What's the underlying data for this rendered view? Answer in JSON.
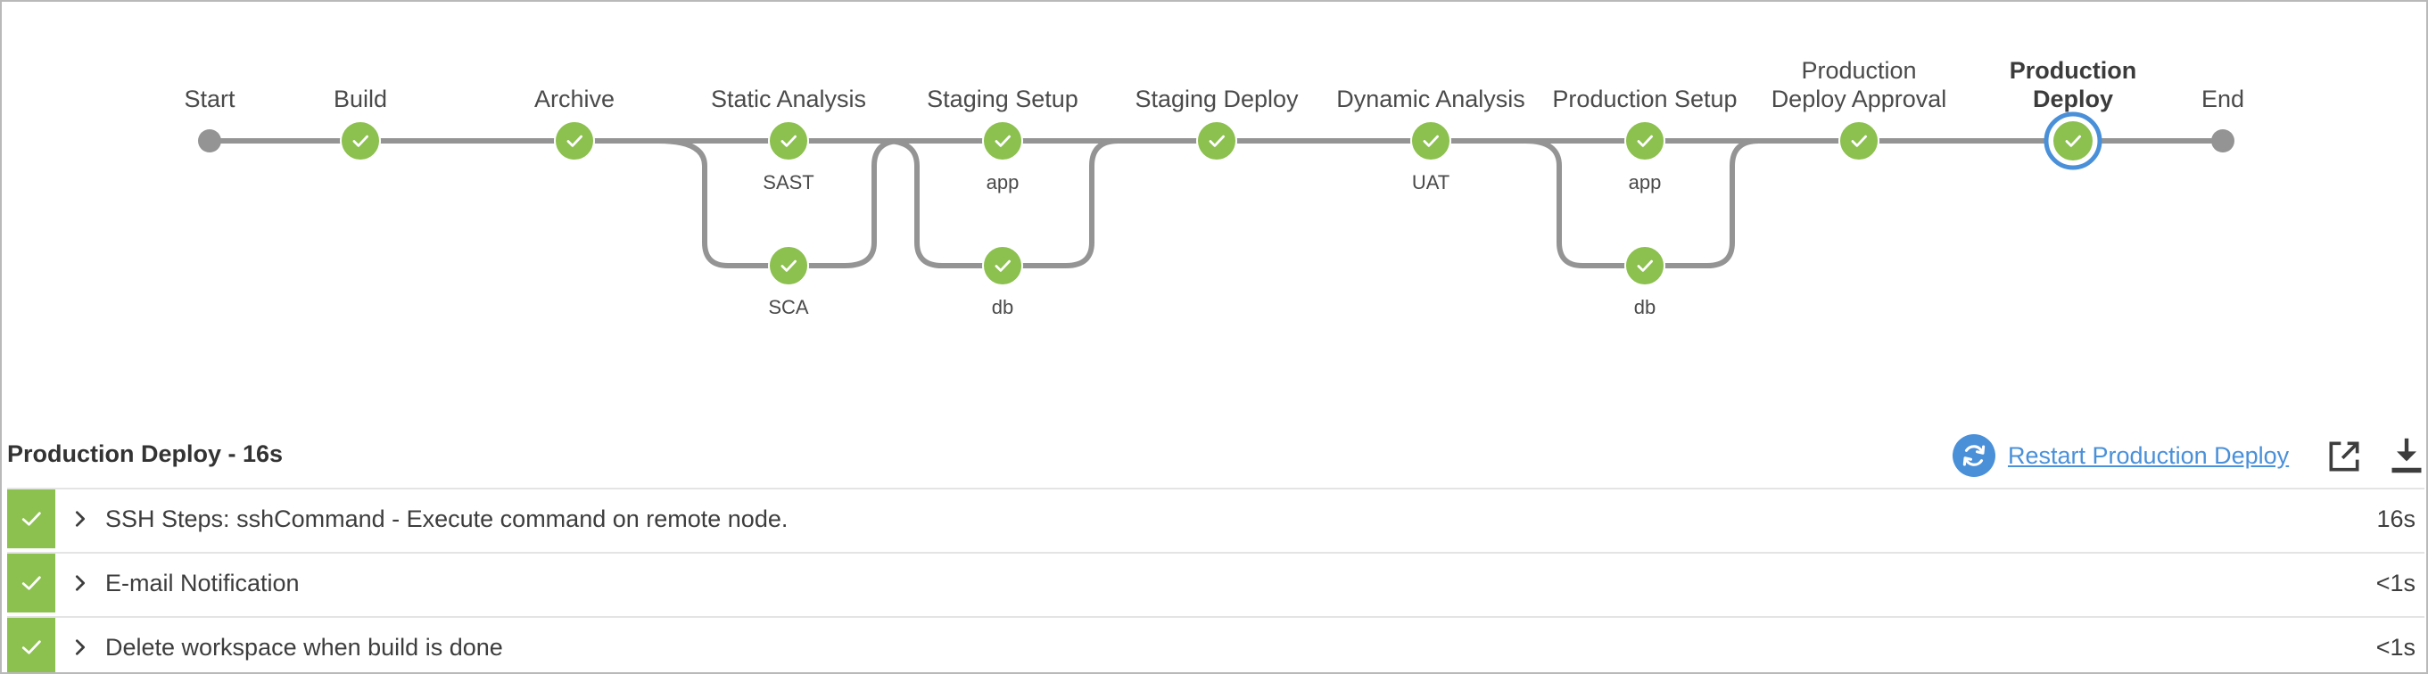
{
  "pipeline": {
    "start_label": "Start",
    "end_label": "End",
    "stages": [
      {
        "title": "Build",
        "status": "success"
      },
      {
        "title": "Archive",
        "status": "success"
      },
      {
        "title": "Static Analysis",
        "status": "success",
        "branches": [
          "SAST",
          "SCA"
        ]
      },
      {
        "title": "Staging Setup",
        "status": "success",
        "branches": [
          "app",
          "db"
        ]
      },
      {
        "title": "Staging Deploy",
        "status": "success"
      },
      {
        "title": "Dynamic Analysis",
        "status": "success",
        "branches": [
          "UAT"
        ]
      },
      {
        "title": "Production Setup",
        "status": "success",
        "branches": [
          "app",
          "db"
        ]
      },
      {
        "title_line1": "Production",
        "title_line2": "Deploy Approval",
        "status": "success"
      },
      {
        "title_line1": "Production",
        "title_line2": "Deploy",
        "status": "success",
        "selected": true
      }
    ]
  },
  "detail": {
    "title": "Production Deploy - 16s",
    "restart_label": "Restart Production Deploy",
    "steps": [
      {
        "name": "SSH Steps: sshCommand - Execute command on remote node.",
        "duration": "16s",
        "status": "success"
      },
      {
        "name": "E-mail Notification",
        "duration": "<1s",
        "status": "success"
      },
      {
        "name": "Delete workspace when build is done",
        "duration": "<1s",
        "status": "success"
      }
    ]
  },
  "colors": {
    "success": "#8cc04f",
    "link": "#4a90d9",
    "connector": "#949494",
    "selected_ring": "#4a90d9"
  },
  "icons": {
    "node": "check-icon",
    "restart": "refresh-icon",
    "open": "open-external-icon",
    "download": "download-icon",
    "expand": "chevron-right-icon"
  }
}
